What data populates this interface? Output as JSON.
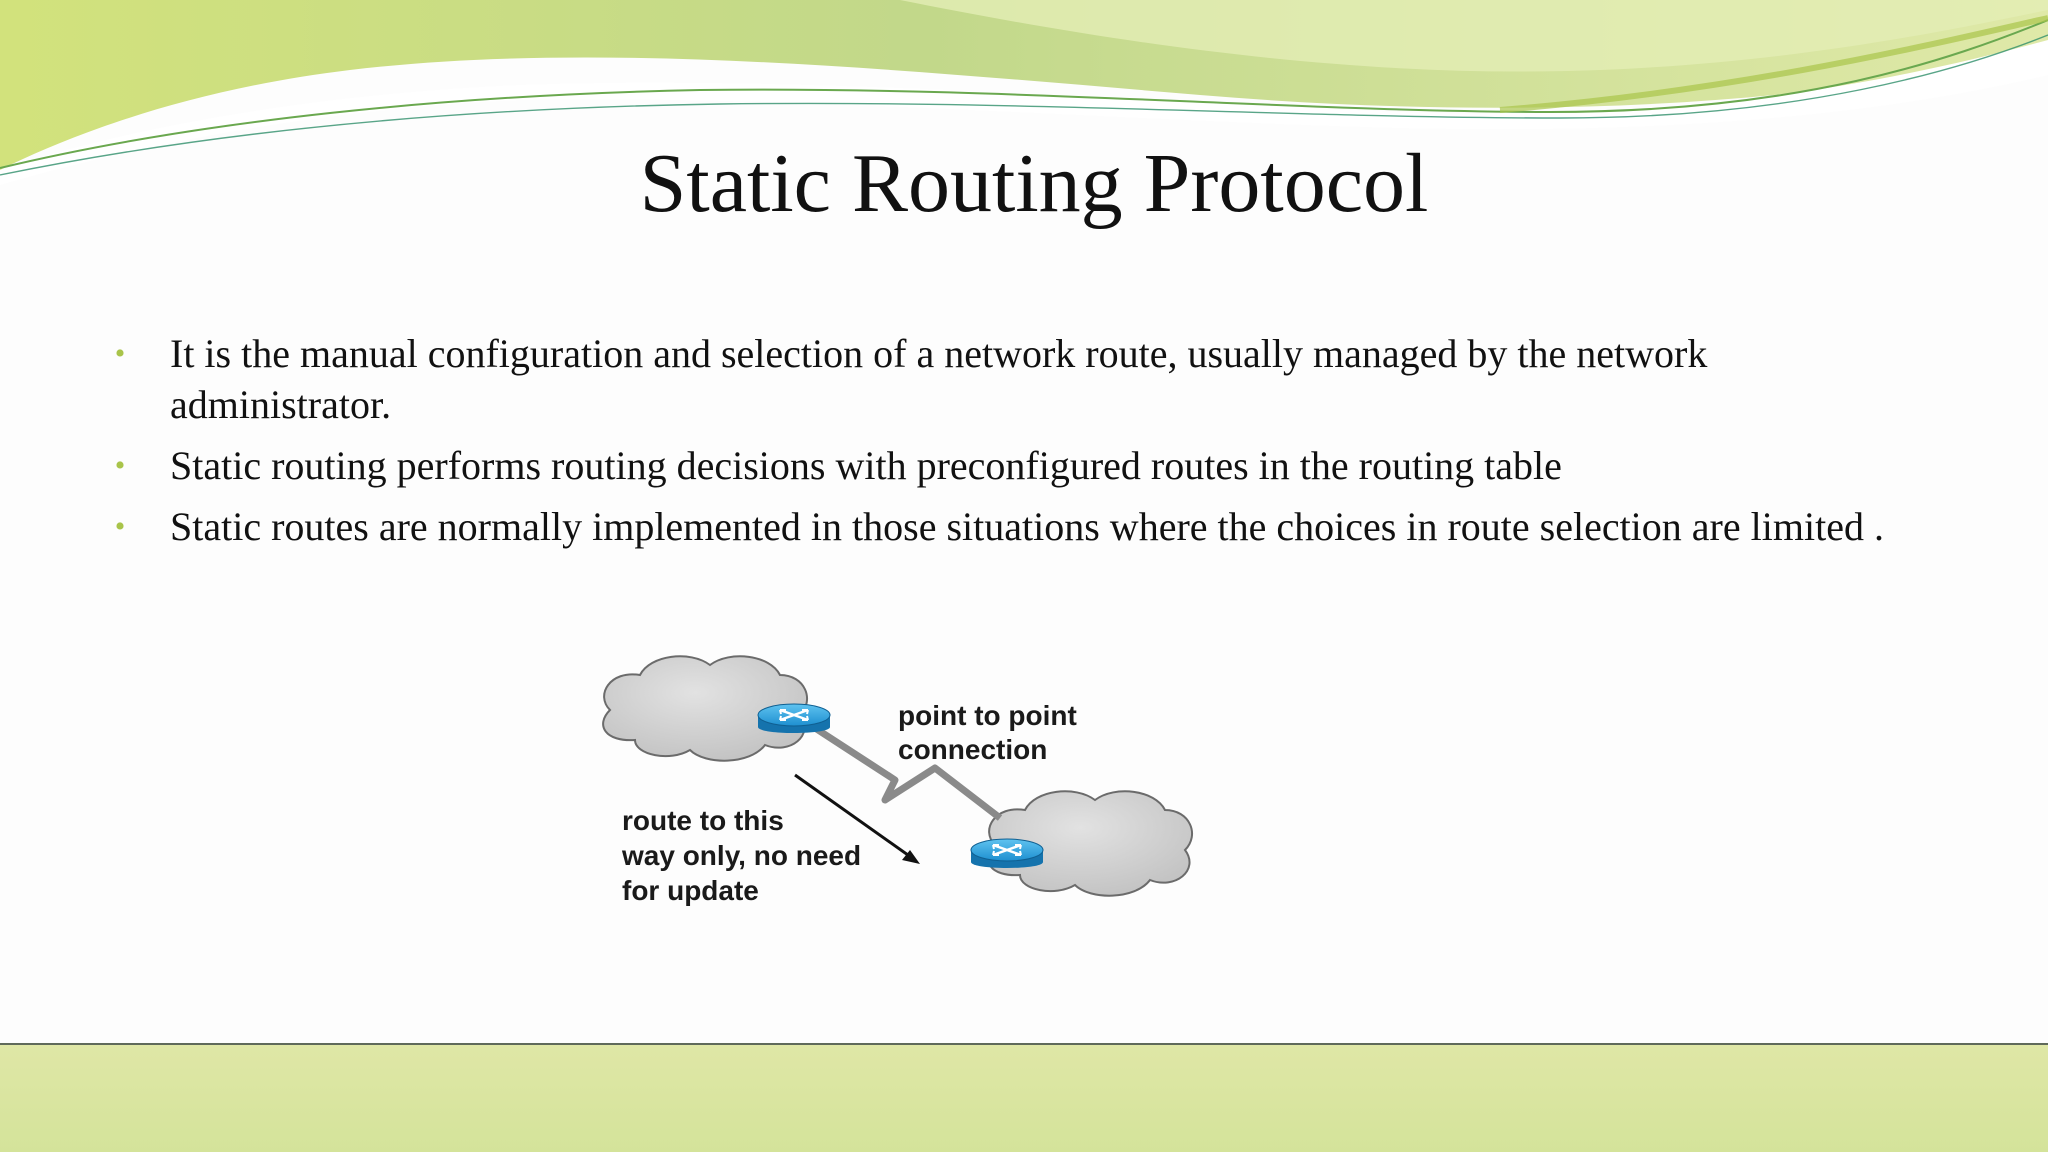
{
  "slide": {
    "title": "Static Routing Protocol",
    "bullets": [
      "It is the manual configuration and selection of a network route, usually managed by the network administrator.",
      "Static routing performs routing decisions with preconfigured routes in the routing table",
      "Static routes are normally implemented in those situations where the choices in route selection are limited ."
    ],
    "bullet_glyph": "•"
  },
  "diagram": {
    "connection_label_line1": "point to point",
    "connection_label_line2": "connection",
    "route_label_line1": "route to this",
    "route_label_line2": "way only, no need",
    "route_label_line3": "for update",
    "icons": [
      "cloud-icon",
      "router-icon",
      "arrow-icon"
    ]
  },
  "colors": {
    "accent_green": "#a9c44a",
    "footer_green": "#d9e4a0",
    "router_blue": "#1e8fd0",
    "cloud_gray": "#cfcfcf"
  }
}
